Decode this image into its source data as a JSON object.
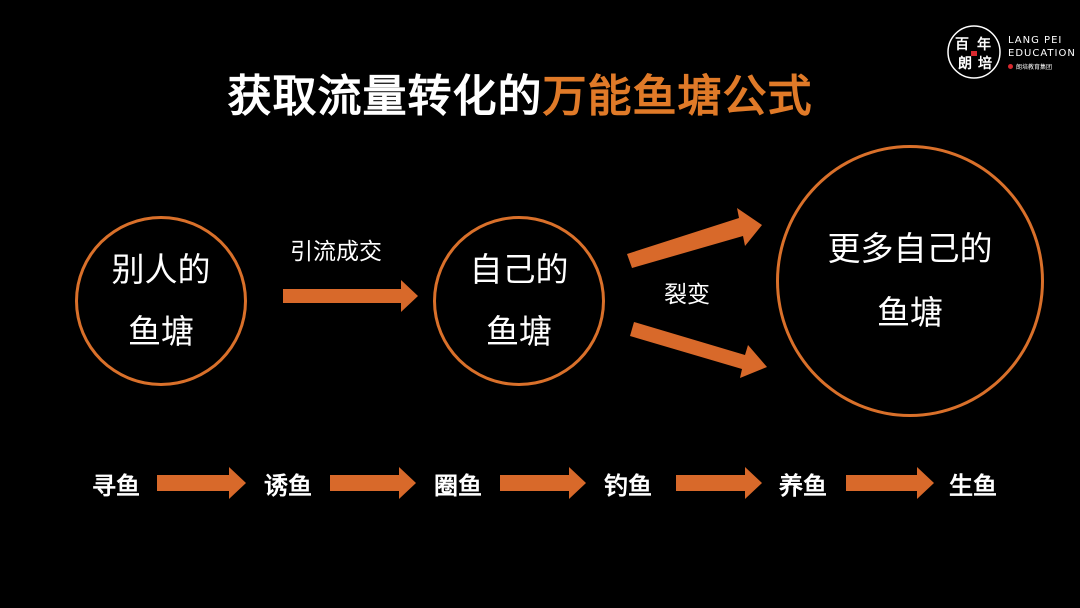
{
  "logo": {
    "seal_chars": [
      "百",
      "年",
      "朗",
      "培"
    ],
    "text_line1": "LANG PEI",
    "text_line2": "EDUCATION",
    "sub_text": "朗培教育集团"
  },
  "title": {
    "part1": "获取流量转化的",
    "part2": "万能鱼塘公式"
  },
  "diagram": {
    "circle1": {
      "line1": "别人的",
      "line2": "鱼塘"
    },
    "arrow1_label": "引流成交",
    "circle2": {
      "line1": "自己的",
      "line2": "鱼塘"
    },
    "arrow2_label": "裂变",
    "circle3": {
      "line1": "更多自己的",
      "line2": "鱼塘"
    }
  },
  "process": {
    "steps": [
      "寻鱼",
      "诱鱼",
      "圈鱼",
      "钓鱼",
      "养鱼",
      "生鱼"
    ]
  },
  "colors": {
    "accent": "#e07a28",
    "circle_border": "#d9702a",
    "arrow": "#d8692a",
    "background": "#000000",
    "text": "#ffffff",
    "logo_dot": "#d8292f"
  }
}
